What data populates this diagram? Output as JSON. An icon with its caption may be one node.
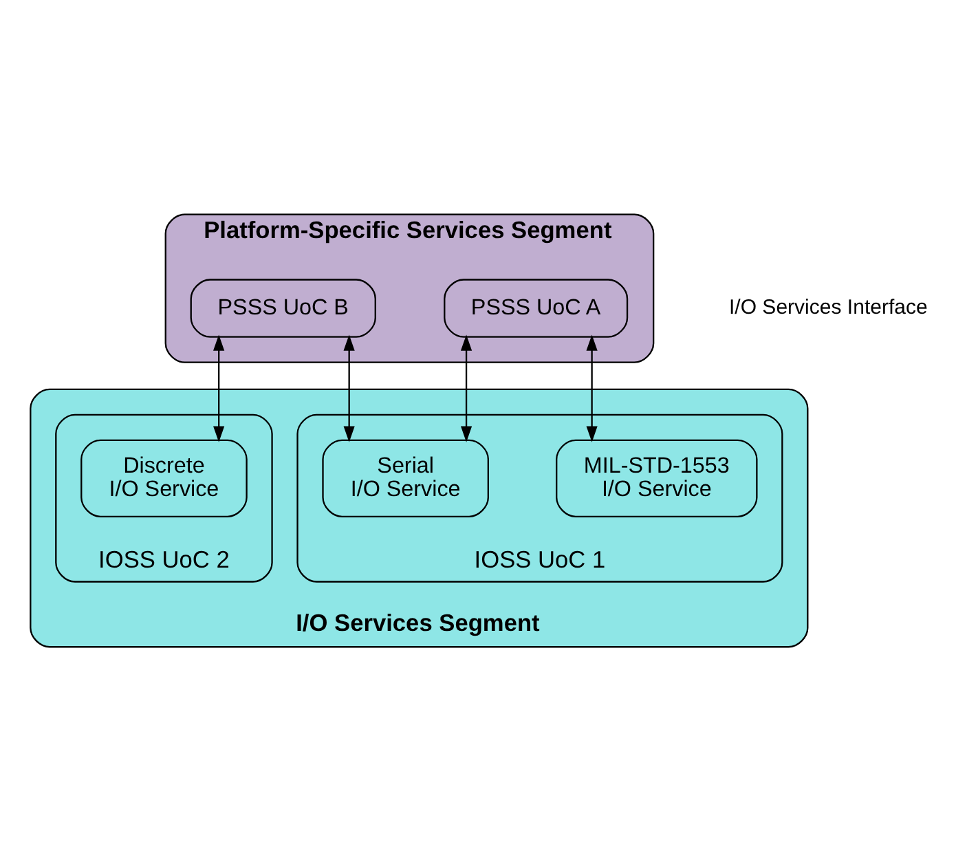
{
  "diagram": {
    "nodes": [
      {
        "text": [
          "Platform-Specific Services Segment"
        ]
      },
      {
        "text": [
          "PSSS UoC A"
        ],
        "in": 0
      },
      {
        "text": [
          "PSSS UoC B"
        ],
        "in": 0
      },
      {
        "text": [
          "I/O Services Segment"
        ]
      },
      {
        "text": [
          "IOSS UoC 1"
        ],
        "in": 3
      },
      {
        "text": [
          "MIL-STD-1553 I/O Service"
        ],
        "in": 4
      },
      {
        "text": [
          "Serial I/O Service"
        ],
        "in": 4
      },
      {
        "text": [
          "IOSS UoC 2"
        ],
        "in": 3
      },
      {
        "text": [
          "Discrete I/O Service"
        ],
        "in": 7
      }
    ],
    "edges": [
      {
        "from": 1,
        "to": 5,
        "arrow": "both"
      },
      {
        "from": 1,
        "to": 6,
        "arrow": "both"
      },
      {
        "from": 2,
        "to": 6,
        "arrow": "both"
      },
      {
        "from": 2,
        "to": 8,
        "arrow": "both"
      }
    ],
    "labels": [
      "I/O Services Interface"
    ]
  }
}
